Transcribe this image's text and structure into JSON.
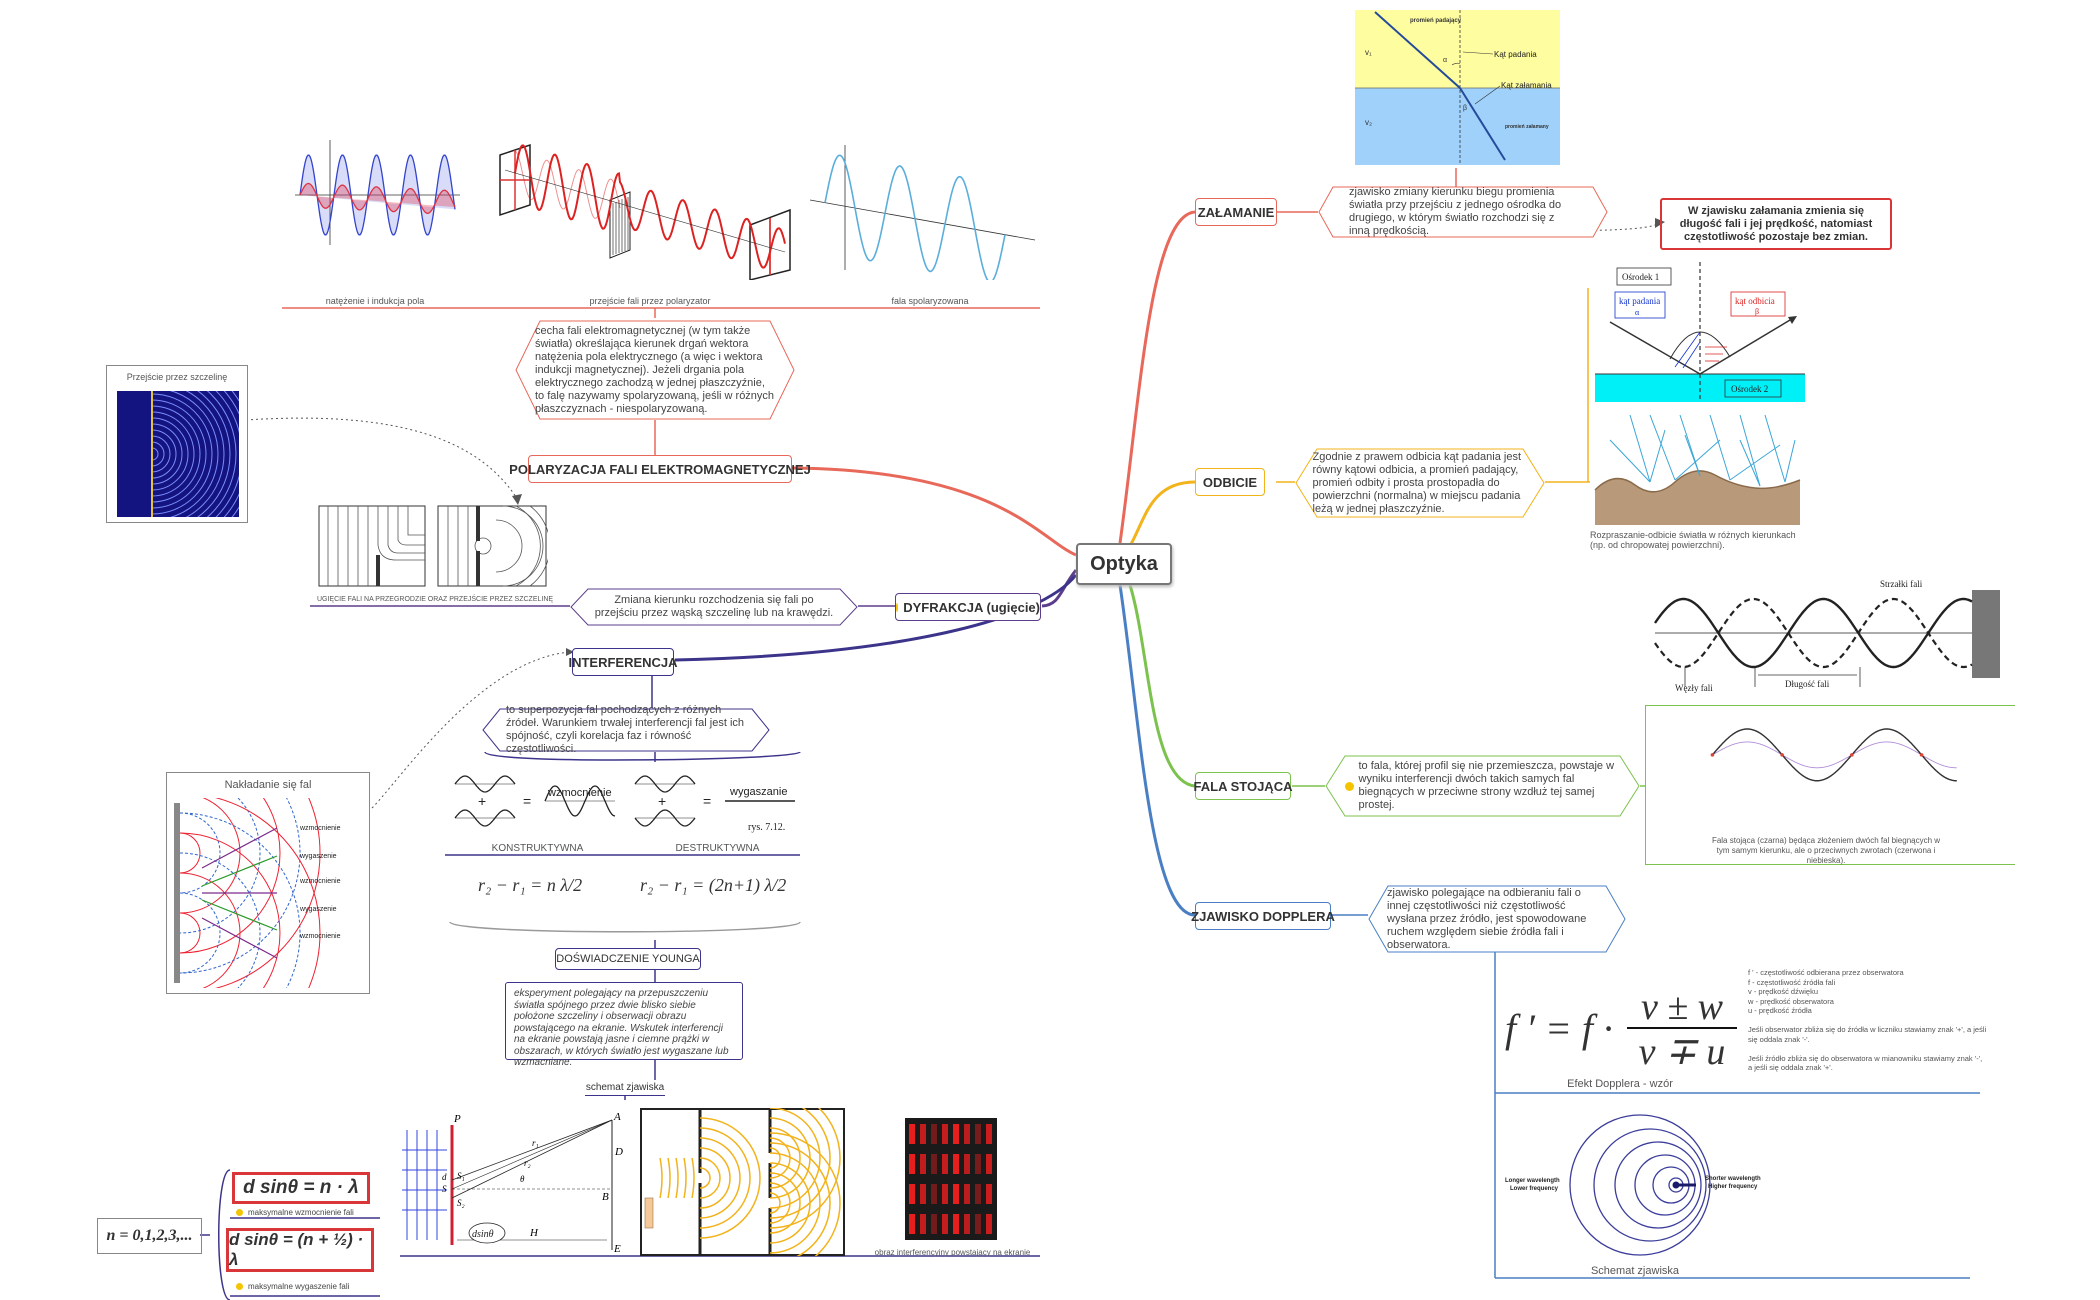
{
  "central": "Optyka",
  "right": {
    "zalamanie": {
      "label": "ZAŁAMANIE",
      "desc": "zjawisko zmiany kierunku biegu promienia światła przy przejściu z jednego ośrodka do drugiego, w którym światło rozchodzi się z inną prędkością.",
      "note": "W zjawisku załamania zmienia się długość fali i jej prędkość, natomiast częstotliwość pozostaje bez zmian.",
      "img_labels": {
        "ray_in": "promień padający",
        "v1": "v₁",
        "v2": "v₂",
        "alpha": "α",
        "beta": "β",
        "incidence": "Kąt padania",
        "refraction": "Kąt załamania",
        "ray_out": "promień załamany"
      }
    },
    "odbicie": {
      "label": "ODBICIE",
      "desc": "Zgodnie z prawem odbicia kąt padania jest równy kątowi odbicia, a promień padający, promień odbity i prosta prostopadła do powierzchni (normalna) w miejscu padania leżą w jednej płaszczyźnie.",
      "img_labels": {
        "medium1": "Ośrodek 1",
        "medium2": "Ośrodek 2",
        "incidence": "kąt padania",
        "alpha": "α",
        "reflection": "kąt odbicia",
        "beta": "β"
      },
      "scatter_caption": "Rozpraszanie-odbicie światła w różnych kierunkach (np. od chropowatej powierzchni)."
    },
    "fala": {
      "label": "FALA STOJĄCA",
      "desc": "to fala, której profil się nie przemieszcza, powstaje w wyniku interferencji dwóch takich samych fal biegnących w przeciwne strony wzdłuż tej samej prostej.",
      "img_labels": {
        "antinodes": "Strzałki fali",
        "nodes": "Węzły fali",
        "wavelength": "Długość fali"
      },
      "caption": "Fala stojąca (czarna) będąca złożeniem dwóch fal biegnących w tym samym kierunku, ale o przeciwnych zwrotach (czerwona i niebieska)."
    },
    "doppler": {
      "label": "ZJAWISKO DOPPLERA",
      "desc": "zjawisko polegające na odbieraniu fali o innej częstotliwości niż częstotliwość wysłana przez źródło, jest spowodowane ruchem względem siebie źródła fali i obserwatora.",
      "formula_left": "f ′ = f ·",
      "formula_num": "v ± w",
      "formula_den": "v ∓ u",
      "legend": [
        "f ' - częstotliwość odbierana przez obserwatora",
        "f - częstotliwość źródła fali",
        "v - prędkość dźwięku",
        "w - prędkość obserwatora",
        "u - prędkość źródła",
        "",
        "Jeśli obserwator zbliża się do źródła w liczniku stawiamy znak '+', a jeśli się oddala znak '-'.",
        "",
        "Jeśli źródło zbliża się do obserwatora w mianowniku stawiamy znak '-', a jeśli się oddala znak '+'."
      ],
      "formula_caption": "Efekt Dopplera - wzór",
      "longer": [
        "Longer wavelength",
        "Lower frequency"
      ],
      "shorter": [
        "Shorter wavelength",
        "Higher frequency"
      ],
      "scheme_caption": "Schemat zjawiska"
    }
  },
  "left": {
    "polaryzacja": {
      "label": "POLARYZACJA FALI ELEKTROMAGNETYCZNEJ",
      "desc": "cecha fali elektromagnetycznej (w tym także światła) określająca kierunek drgań wektora natężenia pola elektrycznego (a więc i wektora indukcji magnetycznej). Jeżeli drgania pola elektrycznego zachodzą w jednej płaszczyźnie, to falę nazywamy spolaryzowaną, jeśli w różnych płaszczyznach - niespolaryzowaną.",
      "captions": [
        "natężenie i indukcja pola",
        "przejście fali przez polaryzator",
        "fala spolaryzowana"
      ]
    },
    "dyfrakcja": {
      "label": "DYFRAKCJA (ugięcie)",
      "desc": "Zmiana kierunku rozchodzenia się fali po przejściu przez wąską szczelinę lub na krawędzi.",
      "slit_title": "Przejście przez szczelinę",
      "caption": "UGIĘCIE FALI NA PRZEGRODZIE ORAZ PRZEJŚCIE PRZEZ SZCZELINĘ"
    },
    "interferencja": {
      "label": "INTERFERENCJA",
      "desc": "to superpozycja fal pochodzących z różnych źródeł. Warunkiem trwałej interferencji fal jest ich spójność, czyli korelacja faz i równość częstotliwości.",
      "overlap_title": "Nakładanie się fal",
      "overlap_labels": [
        "wzmocnienie",
        "wygaszenie",
        "wzmocnienie",
        "wygaszenie",
        "wzmocnienie"
      ],
      "constructive": "KONSTRUKTYWNA",
      "destructive": "DESTRUKTYWNA",
      "wzm": "wzmocnienie",
      "wyg": "wygaszanie",
      "fig": "rys. 7.12.",
      "f1": "r₂ − r₁ = n λ/2",
      "f2": "r₂ − r₁ = (2n+1) λ/2",
      "young": {
        "label": "DOŚWIADCZENIE YOUNGA",
        "desc": "eksperyment polegający na przepuszczeniu światła spójnego przez dwie blisko siebie położone szczeliny i obserwacji obrazu powstającego na ekranie. Wskutek interferencji na ekranie powstają jasne i ciemne prążki w obszarach, w których światło jest wygaszane lub wzmacniane.",
        "scheme": "schemat zjawiska",
        "n": "n = 0,1,2,3,...",
        "max_formula": "d sinθ = n · λ",
        "max_label": "maksymalne wzmocnienie fali",
        "min_formula": "d sinθ = (n + ½) · λ",
        "min_label": "maksymalne wygaszenie fali",
        "fringes_caption": "obraz interferencyjny powstający na ekranie",
        "geo": {
          "P": "P",
          "S1": "S₁",
          "S": "S",
          "S2": "S₂",
          "d": "d",
          "r1": "r₁",
          "r2": "r₂",
          "theta": "θ",
          "A": "A",
          "D": "D",
          "B": "B",
          "H": "H",
          "E": "E",
          "dsin": "dsinθ"
        }
      }
    }
  },
  "colors": {
    "zalamanie": "#e8685a",
    "odbicie": "#f2b31b",
    "fala": "#7cc24f",
    "doppler": "#4a7fc4",
    "polaryzacja": "#e8685a",
    "dyfrakcja": "#5b3d8c",
    "interferencja": "#3c348a"
  }
}
